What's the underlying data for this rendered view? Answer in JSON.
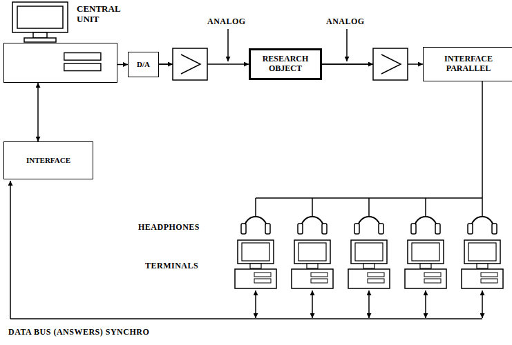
{
  "diagram": {
    "nodes": [
      {
        "text": [
          "CENTRAL UNIT"
        ]
      },
      {
        "text": [
          "D/A"
        ]
      },
      {
        "text": [
          "RESEARCH OBJECT"
        ]
      },
      {
        "text": [
          "INTERFACE PARALLEL"
        ]
      },
      {
        "text": [
          "INTERFACE"
        ]
      }
    ],
    "edges": [
      {
        "from": 0,
        "to": 1,
        "arrow": "to"
      },
      {
        "from": 1,
        "to": 2,
        "arrow": "to"
      },
      {
        "from": 2,
        "to": 3,
        "arrow": "to"
      },
      {
        "from": 0,
        "to": 4,
        "arrow": "both"
      }
    ],
    "labels": [
      "ANALOG",
      "ANALOG",
      "HEADPHONES",
      "TERMINALS",
      "DATA BUS (ANSWERS) SYNCHRO"
    ]
  }
}
